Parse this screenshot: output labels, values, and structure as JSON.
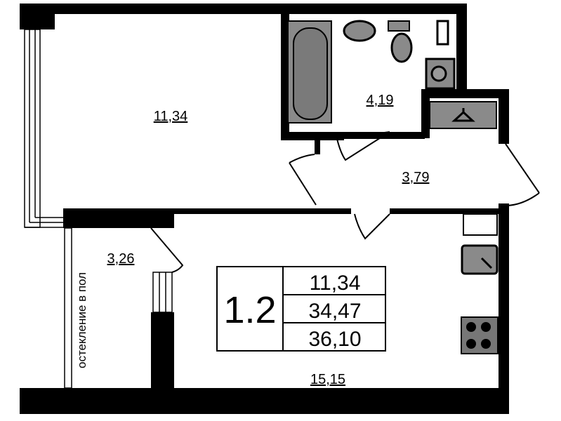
{
  "plan": {
    "apartment_number": "1.2",
    "summary": {
      "living_area": "11,34",
      "total_area": "34,47",
      "total_with_balcony": "36,10"
    },
    "rooms": {
      "bedroom": "11,34",
      "bathroom": "4,19",
      "hallway": "3,79",
      "balcony": "3,26",
      "kitchen_living": "15,15"
    },
    "balcony_note": "остекление в пол",
    "colors": {
      "wall": "#000000",
      "fixture": "#8a8a8a",
      "floor": "#ffffff"
    }
  }
}
